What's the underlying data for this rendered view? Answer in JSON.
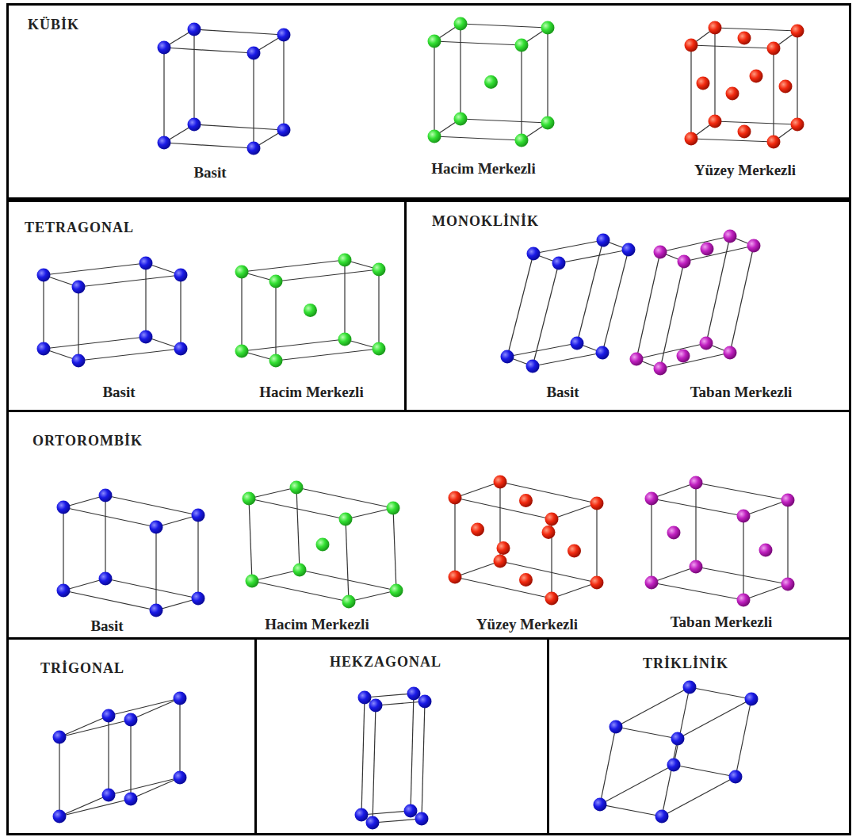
{
  "diagram": {
    "nodes": [
      {
        "text": [
          "KÜBİK"
        ]
      },
      {
        "text": [
          "TETRAGONAL"
        ]
      },
      {
        "text": [
          "MONOKLİNİK"
        ]
      },
      {
        "text": [
          "ORTOROMBİK"
        ]
      },
      {
        "text": [
          "TRİGONAL"
        ]
      },
      {
        "text": [
          "HEKZAGONAL"
        ]
      },
      {
        "text": [
          "TRİKLİNİK"
        ]
      }
    ],
    "labels": [
      "Basit",
      "Hacim Merkezli",
      "Yüzey Merkezli",
      "Basit",
      "Hacim Merkezli",
      "Basit",
      "Taban Merkezli",
      "Basit",
      "Hacim Merkezli",
      "Yüzey Merkezli",
      "Taban Merkezli"
    ]
  }
}
